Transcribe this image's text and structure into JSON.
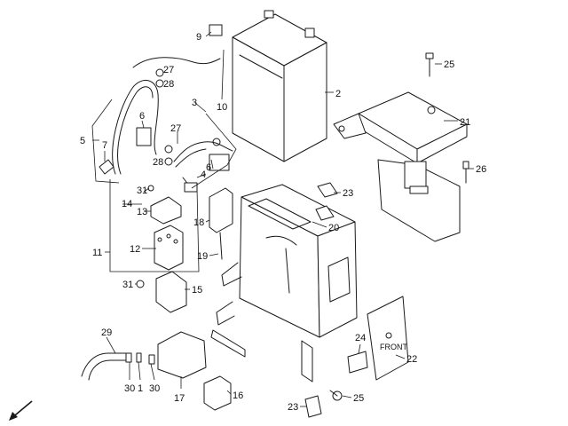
{
  "labels": {
    "p1": "1",
    "p2": "2",
    "p3": "3",
    "p4": "4",
    "p5": "5",
    "p6": "6",
    "p7": "7",
    "p9": "9",
    "p10": "10",
    "p11": "11",
    "p12": "12",
    "p13": "13",
    "p14": "14",
    "p15": "15",
    "p16": "16",
    "p17": "17",
    "p18": "18",
    "p19": "19",
    "p20": "20",
    "p21": "21",
    "p22": "22",
    "p23a": "23",
    "p23b": "23",
    "p24": "24",
    "p25a": "25",
    "p25b": "25",
    "p26": "26",
    "p27a": "27",
    "p27b": "27",
    "p28a": "28",
    "p28b": "28",
    "p29": "29",
    "p30a": "30",
    "p30b": "30",
    "p31a": "31",
    "p31b": "31"
  },
  "cover_mark": "FRONT"
}
